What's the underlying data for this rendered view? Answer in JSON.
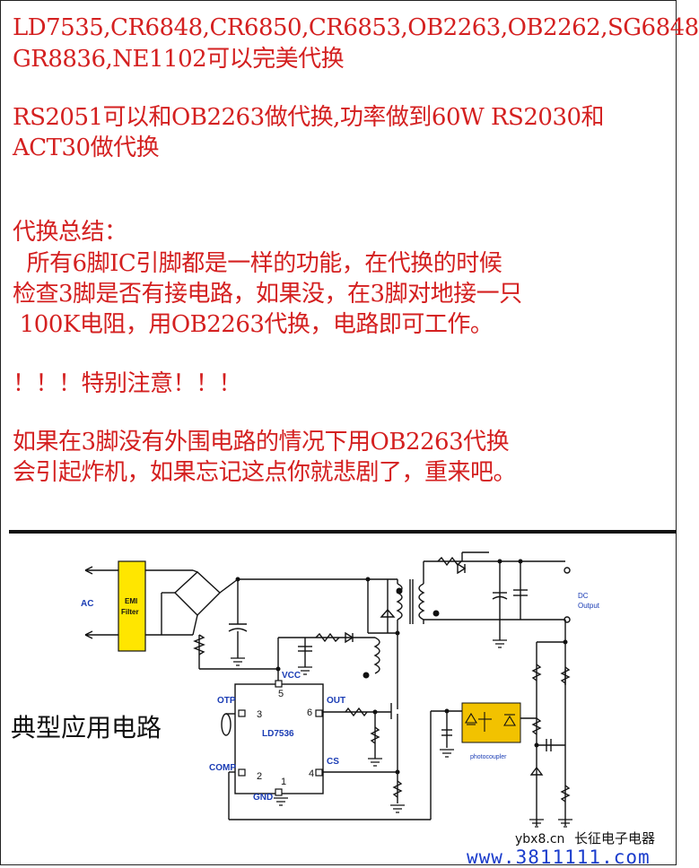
{
  "text_block": {
    "line1": "LD7535,CR6848,CR6850,CR6853,OB2263,OB2262,SG6848",
    "line2": "GR8836,NE1102可以完美代换",
    "line3": "RS2051可以和OB2263做代换,功率做到60W RS2030和",
    "line4": "ACT30做代换",
    "line5": "代换总结：",
    "line6": "  所有6脚IC引脚都是一样的功能，在代换的时候",
    "line7": "检查3脚是否有接电路，如果没，在3脚对地接一只",
    "line8": " 100K电阻，用OB2263代换，电路即可工作。",
    "line9": "！！！特别注意！！！",
    "line10": "如果在3脚没有外围电路的情况下用OB2263代换",
    "line11": "会引起炸机，如果忘记这点你就悲剧了，重来吧。"
  },
  "circuit": {
    "caption": "典型应用电路",
    "labels": {
      "ac": "AC",
      "emi1": "EMI",
      "emi2": "Filter",
      "vcc": "VCC",
      "pin5": "5",
      "otp": "OTP",
      "pin3": "3",
      "out": "OUT",
      "pin6": "6",
      "ic": "LD7536",
      "comp": "COMP",
      "pin2": "2",
      "pin1": "1",
      "cs": "CS",
      "pin4": "4",
      "gnd": "GND",
      "photocoupler": "photocoupler",
      "dc1": "DC",
      "dc2": "Output"
    }
  },
  "watermark": {
    "site_small": "ybx8.cn",
    "brand": "长征电子电器",
    "url": "www.3811111.com"
  },
  "colors": {
    "text_red": "#d42020",
    "emi_fill": "#ffe600",
    "photocoupler_fill": "#f2c200",
    "circuit_label": "#1a3cb4",
    "url_blue": "#1a3ccc"
  }
}
